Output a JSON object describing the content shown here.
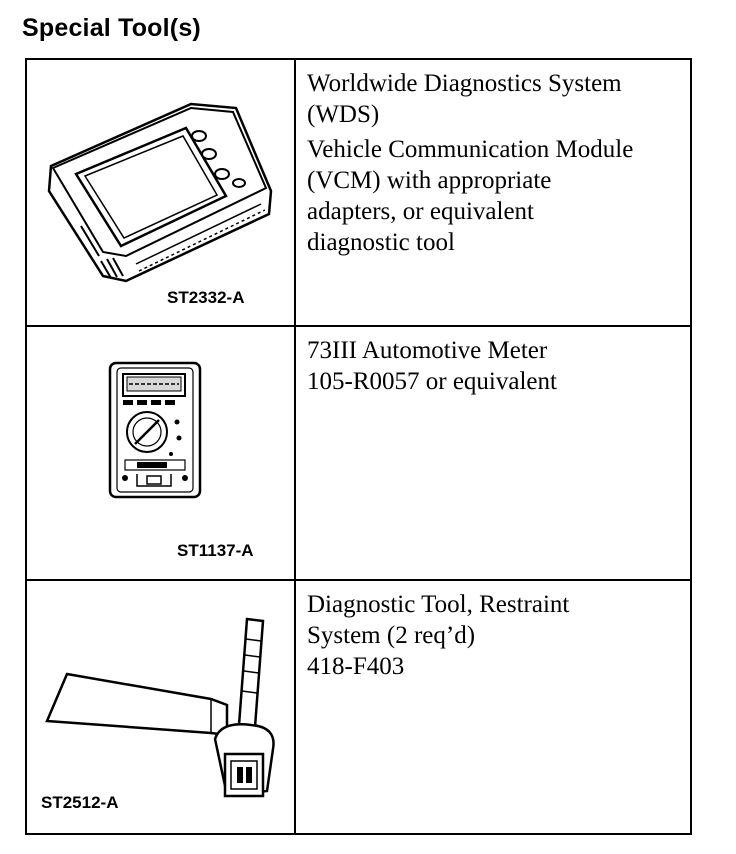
{
  "heading": "Special Tool(s)",
  "tools": [
    {
      "code": "ST2332-A",
      "paragraphs": [
        [
          "Worldwide Diagnostics System",
          "(WDS)"
        ],
        [
          "Vehicle Communication Module",
          "(VCM) with appropriate",
          "adapters, or equivalent",
          "diagnostic tool"
        ]
      ]
    },
    {
      "code": "ST1137-A",
      "paragraphs": [
        [
          "73III Automotive Meter",
          "105-R0057 or equivalent"
        ]
      ]
    },
    {
      "code": "ST2512-A",
      "paragraphs": [
        [
          "Diagnostic Tool, Restraint",
          "System (2 req’d)",
          "418-F403"
        ]
      ]
    }
  ]
}
